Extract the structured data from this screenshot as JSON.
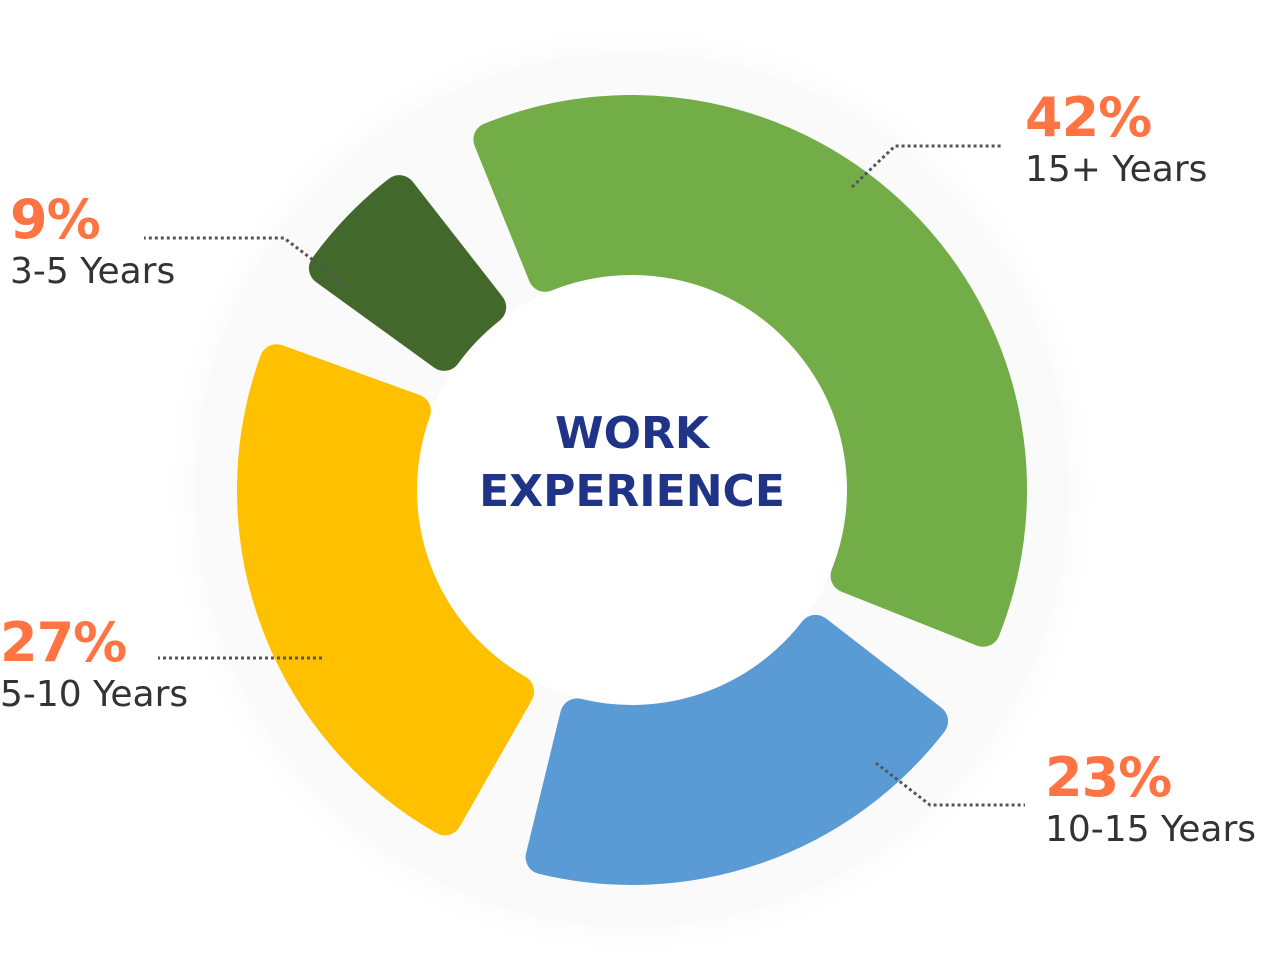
{
  "chart_data": {
    "type": "pie",
    "title": "WORK EXPERIENCE",
    "title_lines": [
      "WORK",
      "EXPERIENCE"
    ],
    "categories": [
      "15+ Years",
      "10-15 Years",
      "5-10 Years",
      "3-5 Years"
    ],
    "values": [
      42,
      23,
      27,
      9
    ],
    "labels": [
      "42%",
      "23%",
      "27%",
      "9%"
    ],
    "colors": [
      "#72AD47",
      "#5B9BD5",
      "#FFC000",
      "#43682B"
    ],
    "label_color": "#FF7442",
    "title_color": "#1F3487",
    "donut": true
  }
}
